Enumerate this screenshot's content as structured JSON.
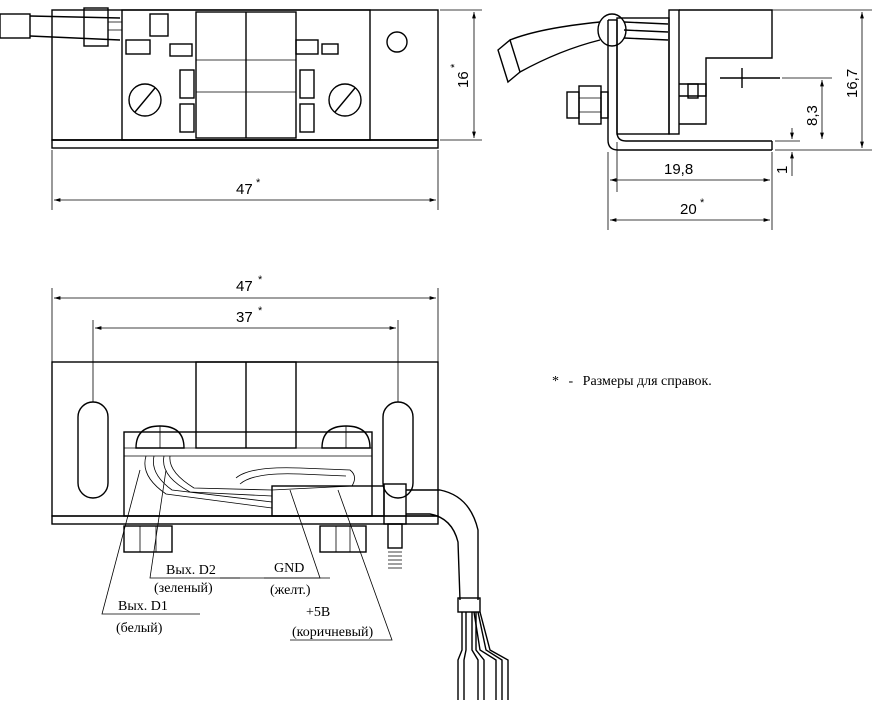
{
  "dimensions": {
    "top_width": "47",
    "top_width_mark": "*",
    "top_height": "16",
    "top_height_mark": "*",
    "side_depth": "19,8",
    "side_total": "20",
    "side_total_mark": "*",
    "side_height_total": "16,7",
    "side_height_center": "8,3",
    "side_thickness": "1",
    "bottom_width": "47",
    "bottom_width_mark": "*",
    "slot_spacing": "37",
    "slot_spacing_mark": "*"
  },
  "labels": {
    "d2_title": "Вых. D2",
    "d2_color": "(зеленый)",
    "d1_title": "Вых. D1",
    "d1_color": "(белый)",
    "gnd_title": "GND",
    "gnd_color": "(желт.)",
    "vcc_title": "+5В",
    "vcc_color": "(коричневый)"
  },
  "note": {
    "asterisk": "*",
    "dash": "-",
    "text": "Размеры для справок."
  }
}
